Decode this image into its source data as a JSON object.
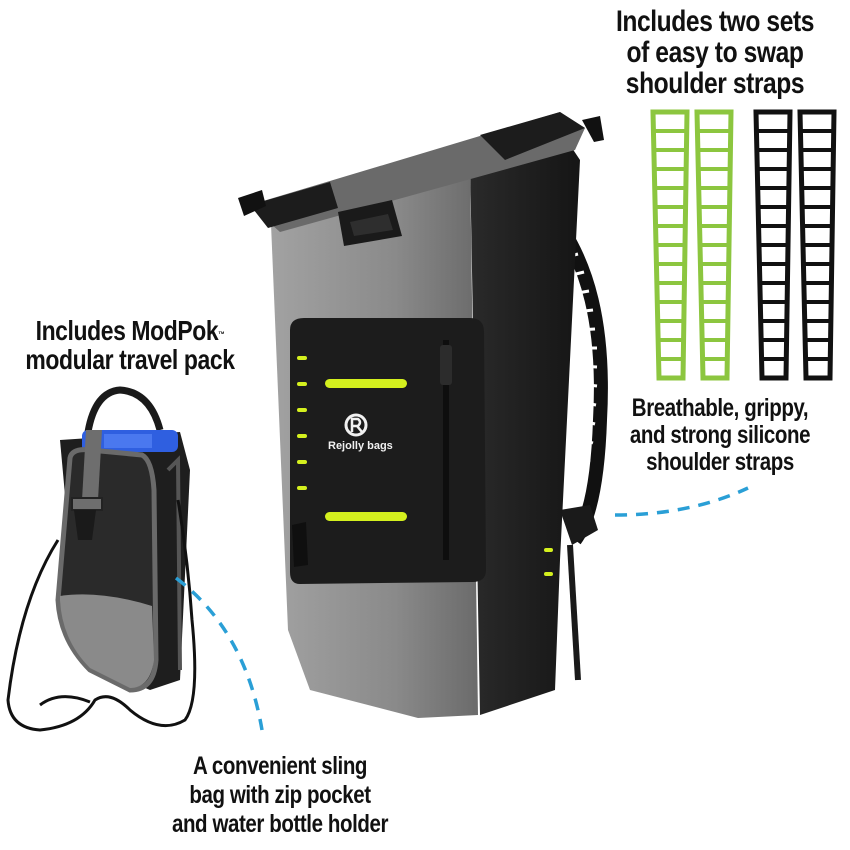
{
  "captions": {
    "straps_title": [
      "Includes two sets",
      "of easy to swap",
      "shoulder straps"
    ],
    "modpok_title": {
      "line1_prefix": "Includes ModPok",
      "trademark": "™",
      "line2": "modular travel pack"
    },
    "silicone_feature": [
      "Breathable, grippy,",
      "and strong silicone",
      "shoulder straps"
    ],
    "sling_feature": [
      "A convenient sling",
      "bag with zip pocket",
      "and water bottle holder"
    ]
  },
  "product": {
    "brand_logo_text": "Rejolly bags",
    "backpack_type": "roll-top dry backpack",
    "strap_sets": [
      {
        "color_name": "green",
        "color": "#8cc63f",
        "count": 2
      },
      {
        "color_name": "black",
        "color": "#111111",
        "count": 2
      }
    ]
  },
  "colors": {
    "leader_line": "#2a9fd6",
    "accent_reflective": "#d4f01e",
    "bag_gray": "#8d8d8d",
    "bag_black": "#1c1c1c",
    "bottle_cap_blue": "#2f5fe0"
  }
}
